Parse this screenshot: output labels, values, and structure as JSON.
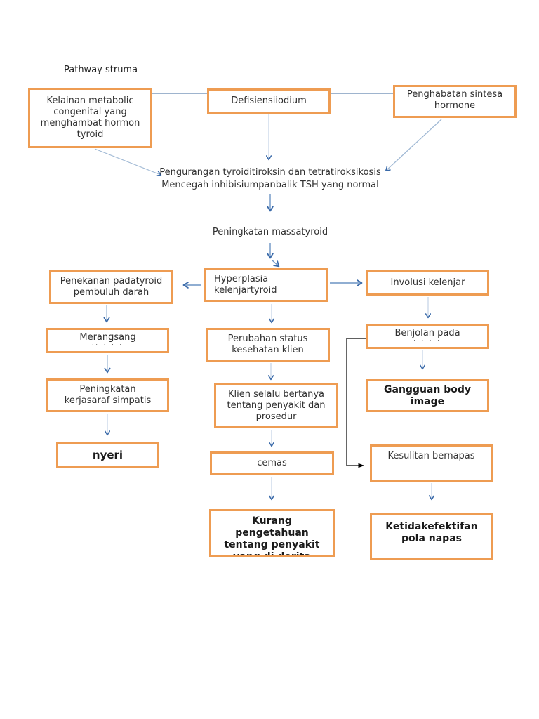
{
  "title": "Pathway struma",
  "colors": {
    "box_border_orange": "#EE9C52",
    "arrowhead_blue": "#3A6AA9",
    "line_steel": "#7F9CBD",
    "line_light": "#9FB8D4",
    "line_extra_light": "#C3D2E6",
    "connector_black": "#000000",
    "text": "#303030",
    "background": "#FFFFFF"
  },
  "nodes": {
    "kelainan": {
      "label": "Kelainan metabolic\ncongenital yang\nmenghambat hormon\ntyroid"
    },
    "defisiensi": {
      "label": "Defisiensiiodium"
    },
    "penghabatan": {
      "label": "Penghabatan sintesa\nhormone"
    },
    "penekanan": {
      "label": "Penekanan padatyroid\npembuluh darah"
    },
    "hyperplasia": {
      "label": "Hyperplasia\nkelenjartyroid"
    },
    "involusi": {
      "label": "Involusi kelenjar"
    },
    "merangsang": {
      "label": "Merangsang",
      "clipped": "'' '   '  '"
    },
    "peningkatan_kerja": {
      "label": "Peningkatan\nkerjasaraf simpatis"
    },
    "nyeri": {
      "label": "nyeri"
    },
    "perubahan": {
      "label": "Perubahan status\nkesehatan klien"
    },
    "klien": {
      "label": "Klien selalu bertanya\ntentang penyakit dan\nprosedur"
    },
    "cemas": {
      "label": "cemas"
    },
    "kurang": {
      "label": "Kurang\npengetahuan\ntentang penyakit\nyang di derita"
    },
    "benjolan": {
      "label": "Benjolan pada",
      "clipped": "' '   '    '"
    },
    "gangguan": {
      "label": "Gangguan body\nimage"
    },
    "kesulitan": {
      "label": "Kesulitan bernapas"
    },
    "ketidakefektifan": {
      "label": "Ketidakefektifan\npola napas"
    }
  },
  "floating_text": {
    "pengurangan": "Pengurangan tyroiditiroksin dan tetratiroksikosis\nMencegah inhibisiumpanbalik TSH yang normal",
    "peningkatan_massa": "Peningkatan massatyroid"
  },
  "edges": [
    {
      "from": "kelainan",
      "to": "defisiensi",
      "style": "plain-line"
    },
    {
      "from": "defisiensi",
      "to": "penghabatan",
      "style": "plain-line"
    },
    {
      "from": "kelainan",
      "to": "pengurangan",
      "style": "arrow"
    },
    {
      "from": "defisiensi",
      "to": "pengurangan",
      "style": "arrow"
    },
    {
      "from": "penghabatan",
      "to": "pengurangan",
      "style": "arrow"
    },
    {
      "from": "pengurangan",
      "to": "peningkatan_massa",
      "style": "arrow"
    },
    {
      "from": "peningkatan_massa",
      "to": "hyperplasia",
      "style": "arrow"
    },
    {
      "from": "hyperplasia",
      "to": "penekanan",
      "style": "arrow"
    },
    {
      "from": "hyperplasia",
      "to": "involusi",
      "style": "arrow"
    },
    {
      "from": "hyperplasia",
      "to": "perubahan",
      "style": "arrow"
    },
    {
      "from": "penekanan",
      "to": "merangsang",
      "style": "arrow"
    },
    {
      "from": "merangsang",
      "to": "peningkatan_kerja",
      "style": "arrow"
    },
    {
      "from": "peningkatan_kerja",
      "to": "nyeri",
      "style": "arrow"
    },
    {
      "from": "perubahan",
      "to": "klien",
      "style": "arrow"
    },
    {
      "from": "klien",
      "to": "cemas",
      "style": "arrow"
    },
    {
      "from": "cemas",
      "to": "kurang",
      "style": "arrow"
    },
    {
      "from": "involusi",
      "to": "benjolan",
      "style": "arrow"
    },
    {
      "from": "benjolan",
      "to": "gangguan",
      "style": "arrow"
    },
    {
      "from": "benjolan",
      "to": "kesulitan",
      "style": "black-elbow-arrow"
    },
    {
      "from": "kesulitan",
      "to": "ketidakefektifan",
      "style": "arrow"
    }
  ]
}
